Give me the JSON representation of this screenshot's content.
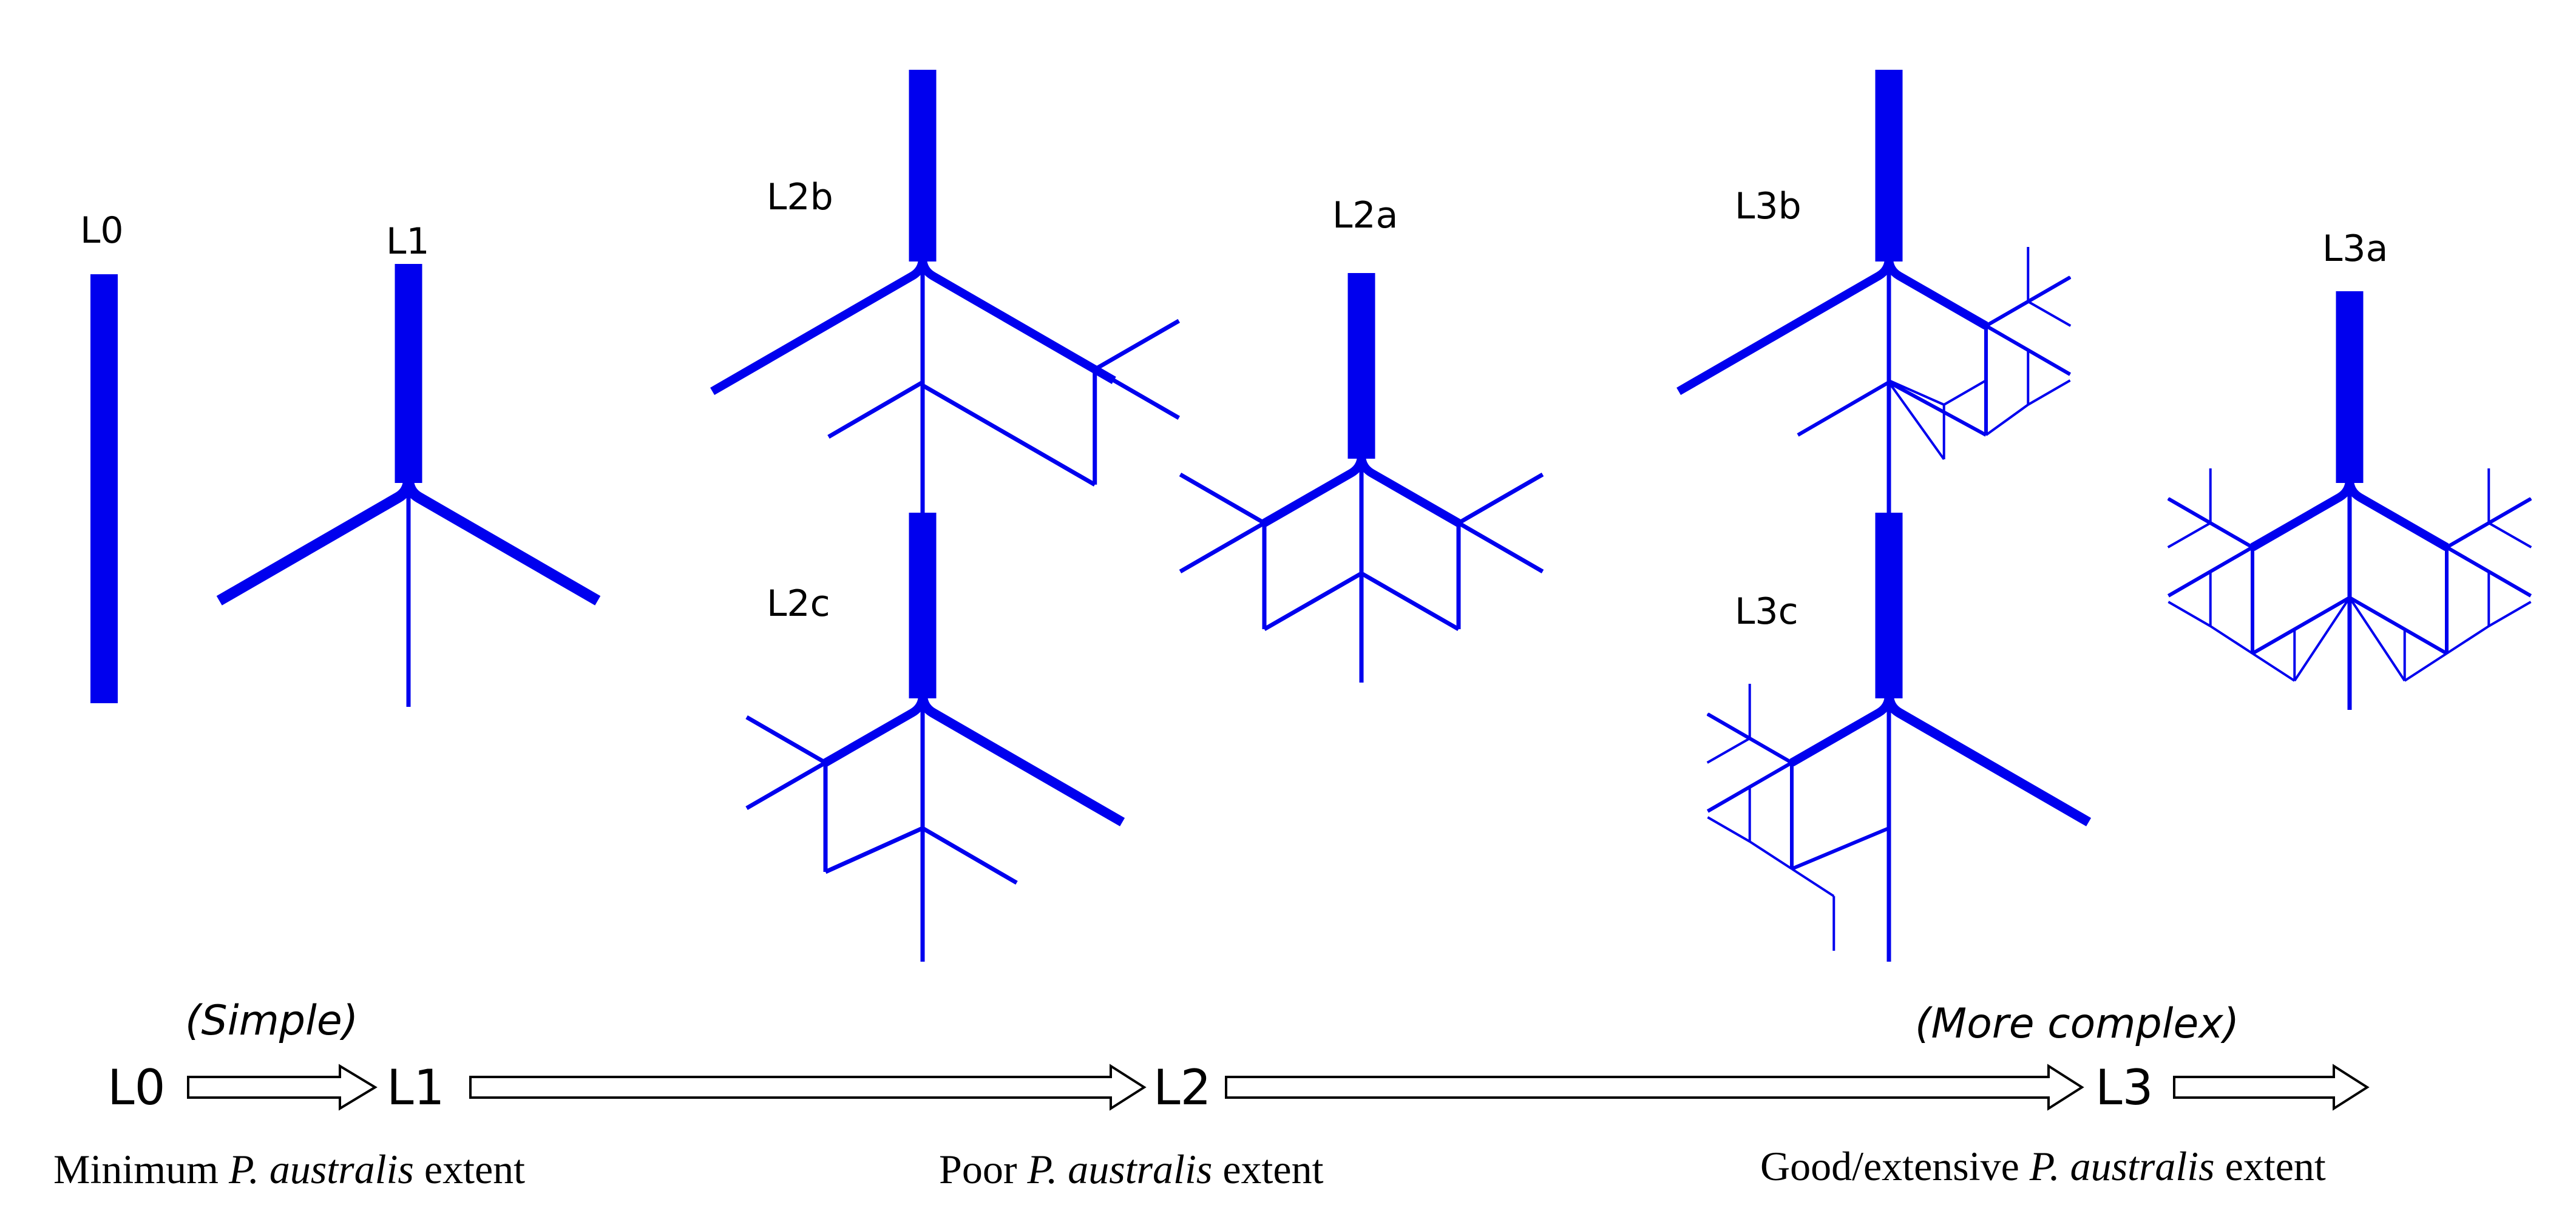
{
  "colors": {
    "branch": "#0000ee",
    "text": "#000000",
    "arrow_stroke": "#000000",
    "background": "#ffffff"
  },
  "diagrams": {
    "L0": "L0",
    "L1": "L1",
    "L2a": "L2a",
    "L2b": "L2b",
    "L2c": "L2c",
    "L3a": "L3a",
    "L3b": "L3b",
    "L3c": "L3c"
  },
  "scale": {
    "level_labels": [
      "L0",
      "L1",
      "L2",
      "L3"
    ],
    "simple_note": "(Simple)",
    "complex_note": "(More complex)"
  },
  "captions": [
    {
      "prefix": "Minimum ",
      "species": "P. australis",
      "suffix": " extent"
    },
    {
      "prefix": "Poor ",
      "species": "P. australis",
      "suffix": " extent"
    },
    {
      "prefix": "Good/extensive ",
      "species": "P. australis",
      "suffix": " extent"
    }
  ]
}
